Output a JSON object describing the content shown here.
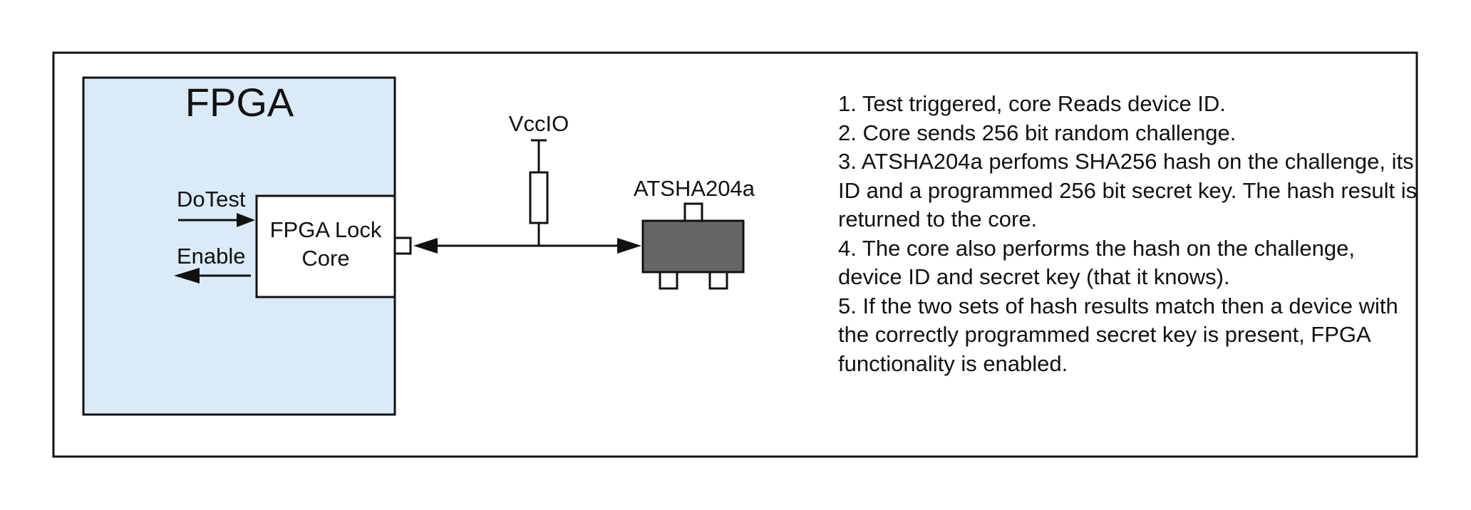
{
  "fpga": {
    "title": "FPGA",
    "core_label_line1": "FPGA Lock",
    "core_label_line2": "Core",
    "input_signal": "DoTest",
    "output_signal": "Enable",
    "fill_color": "#dbeaf7"
  },
  "bus": {
    "pullup_label": "VccIO"
  },
  "chip": {
    "label": "ATSHA204a",
    "fill_color": "#666666"
  },
  "steps": [
    "1. Test triggered, core Reads device ID.",
    "2. Core sends 256 bit random challenge.",
    "3. ATSHA204a perfoms SHA256 hash on the challenge, its ID and a programmed 256 bit secret key. The hash result is returned to the core.",
    "4. The core also performs the hash on the challenge, device ID and secret key (that it knows).",
    "5. If the two sets of hash results match then a device with the correctly programmed secret key is present, FPGA functionality is enabled."
  ]
}
